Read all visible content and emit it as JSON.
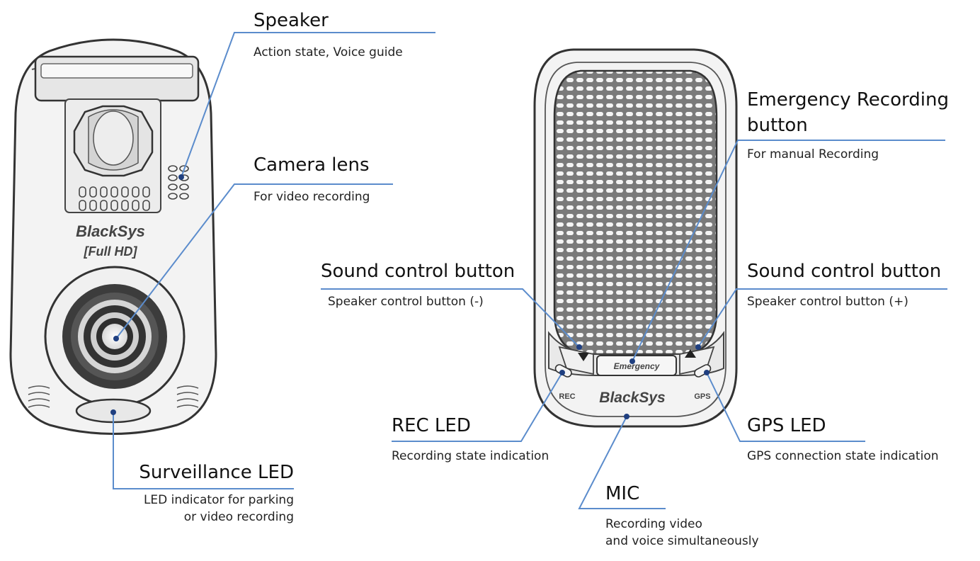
{
  "front_device": {
    "brand": "BlackSys",
    "model": "[Full HD]"
  },
  "rear_device": {
    "brand": "BlackSys",
    "emergency_label": "Emergency",
    "rec_label": "REC",
    "gps_label": "GPS"
  },
  "callouts": {
    "speaker": {
      "title": "Speaker",
      "desc": "Action state, Voice guide"
    },
    "camera_lens": {
      "title": "Camera lens",
      "desc": "For video recording"
    },
    "surveillance_led": {
      "title": "Surveillance LED",
      "desc_line1": "LED indicator for parking",
      "desc_line2": "or video recording"
    },
    "emergency_button": {
      "title_line1": "Emergency Recording",
      "title_line2": "button",
      "desc": "For manual Recording"
    },
    "sound_minus": {
      "title": "Sound control button",
      "desc": "Speaker control button (-)"
    },
    "sound_plus": {
      "title": "Sound control button",
      "desc": "Speaker control button (+)"
    },
    "rec_led": {
      "title": "REC LED",
      "desc": "Recording state indication"
    },
    "gps_led": {
      "title": "GPS LED",
      "desc": "GPS connection state indication"
    },
    "mic": {
      "title": "MIC",
      "desc_line1": "Recording video",
      "desc_line2": "and voice simultaneously"
    }
  },
  "colors": {
    "leader_line": "#5b8ccc",
    "outline": "#3a3a3a",
    "device_fill": "#f2f2f2"
  }
}
